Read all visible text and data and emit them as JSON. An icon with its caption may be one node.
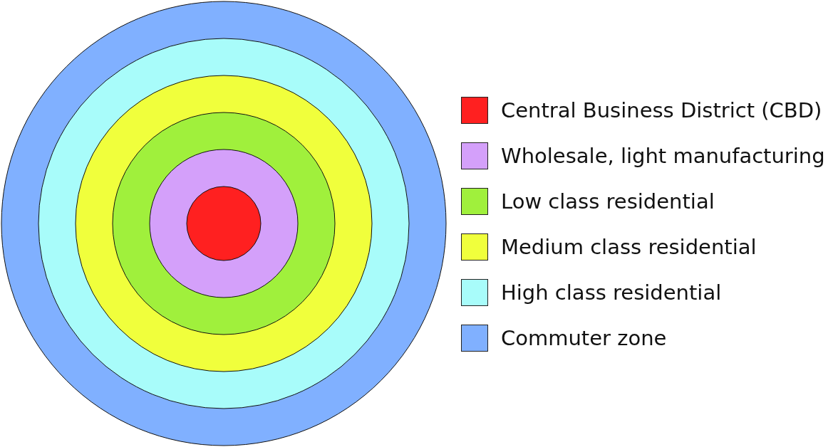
{
  "diagram": {
    "legend": [
      {
        "text": "Central Business District (CBD)",
        "color": "#ff2020"
      },
      {
        "text": "Wholesale, light manufacturing",
        "color": "#d4a0fa"
      },
      {
        "text": "Low class residential",
        "color": "#a0f03c"
      },
      {
        "text": "Medium class residential",
        "color": "#f0ff3c"
      },
      {
        "text": "High class residential",
        "color": "#a8fcfa"
      },
      {
        "text": "Commuter zone",
        "color": "#80b0ff"
      }
    ]
  }
}
